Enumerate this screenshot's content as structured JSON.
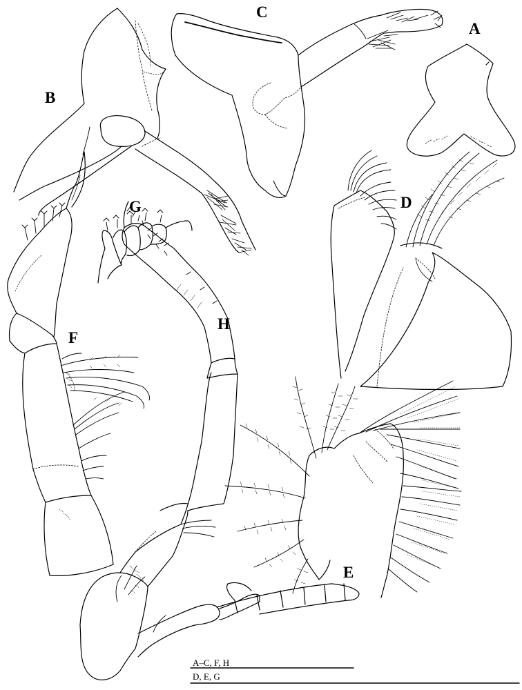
{
  "figure": {
    "panel_labels": {
      "A": "A",
      "B": "B",
      "C": "C",
      "D": "D",
      "E": "E",
      "F": "F",
      "G": "G",
      "H": "H"
    },
    "scale_bars": [
      {
        "label": "A–C, F, H"
      },
      {
        "label": "D, E, G"
      }
    ],
    "line_color": "#000000",
    "background_color": "#ffffff"
  }
}
